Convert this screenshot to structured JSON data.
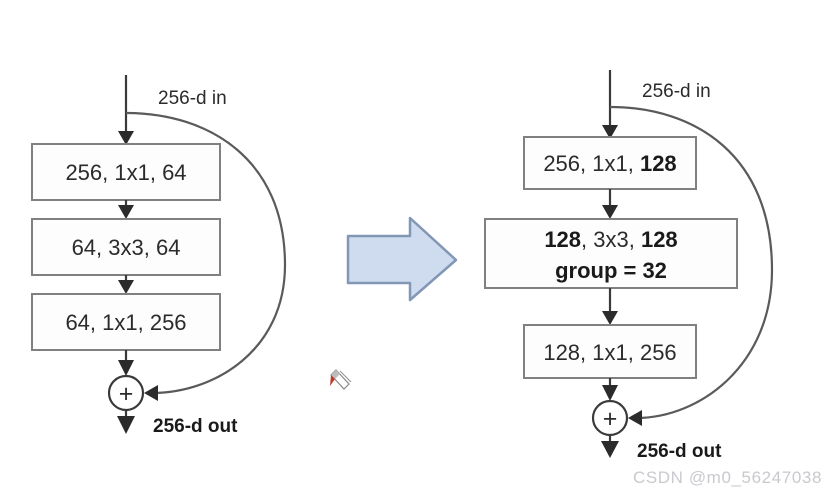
{
  "figure": {
    "title": "ResNet bottleneck block vs ResNeXt grouped-convolution block",
    "background_color": "#ffffff",
    "box_stroke_color": "#808080",
    "line_color": "#3a3a3a",
    "text_color": "#2b2b2b",
    "arrow_fill_color": "#cfdcef",
    "arrow_stroke_color": "#8296b5",
    "watermark_color": "#c9c9cf"
  },
  "left_block": {
    "name": "resnet-bottleneck",
    "input_label": "256-d in",
    "output_label": "256-d out",
    "sum_symbol": "+",
    "layers": [
      {
        "text": "256, 1x1, 64",
        "bold_parts": []
      },
      {
        "text": "64, 3x3, 64",
        "bold_parts": []
      },
      {
        "text": "64, 1x1, 256",
        "bold_parts": []
      }
    ]
  },
  "right_block": {
    "name": "resnext-grouped-block",
    "input_label": "256-d in",
    "output_label": "256-d out",
    "sum_symbol": "+",
    "layers": [
      {
        "line1_plain_a": "256, 1x1, ",
        "line1_bold_a": "128",
        "line2": ""
      },
      {
        "line1_bold_a": "128",
        "line1_plain_a": ", 3x3, ",
        "line1_bold_b": "128",
        "line2": "group = 32"
      },
      {
        "line1_plain_a": "128, 1x1, 256",
        "line2": ""
      }
    ]
  },
  "transition_arrow": {
    "name": "right-block-arrow",
    "direction": "right"
  },
  "cursor": {
    "name": "pen-cursor",
    "color": "#c0392b"
  },
  "watermark": {
    "text": "CSDN @m0_56247038"
  },
  "layer_text": {
    "l1": "256, 1x1, 64",
    "l2": "64, 3x3, 64",
    "l3": "64, 1x1, 256",
    "r1_plain": "256, 1x1, ",
    "r1_bold": "128",
    "r2_bold_a": "128",
    "r2_plain": ", 3x3, ",
    "r2_bold_b": "128",
    "r2_line2": "group = 32",
    "r3": "128, 1x1, 256"
  }
}
